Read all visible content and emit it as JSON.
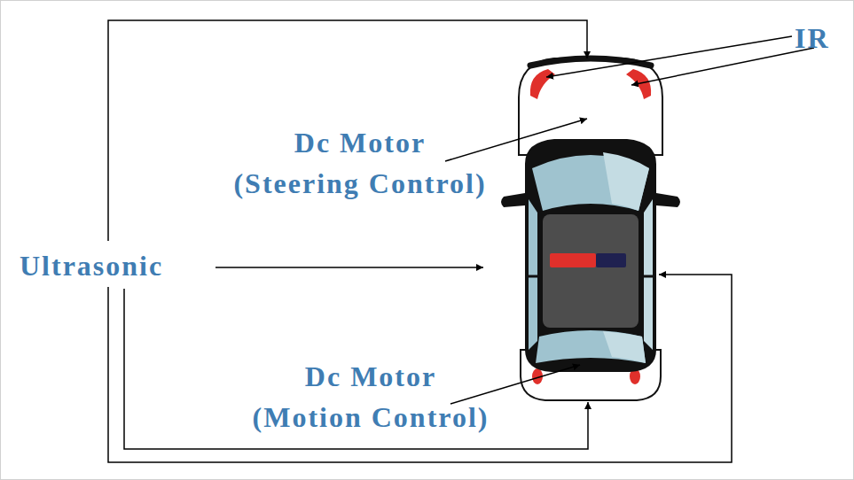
{
  "diagram": {
    "labels": [
      "IR",
      "Dc Motor (Steering Control)",
      "Ultrasonic",
      "Dc Motor (Motion Control)"
    ]
  }
}
